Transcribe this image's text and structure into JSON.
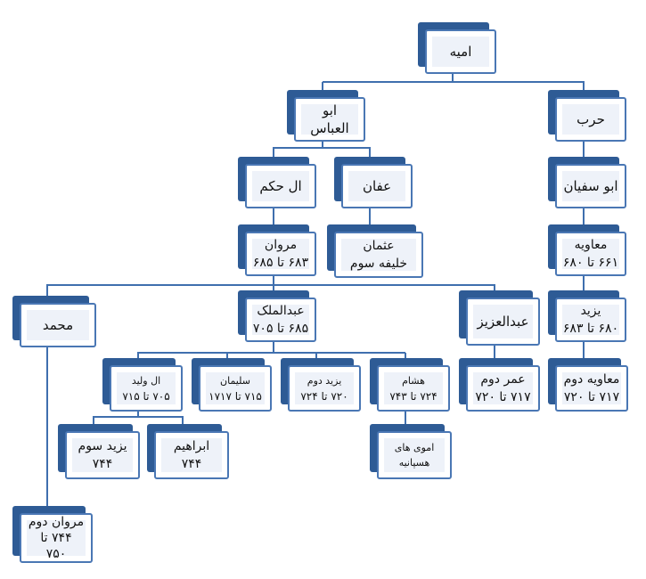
{
  "nodes": {
    "umayya": {
      "line1": "امیه"
    },
    "harb": {
      "line1": "حرب"
    },
    "abulas": {
      "line1": "ابو العباس"
    },
    "abusufyan": {
      "line1": "ابو سفیان"
    },
    "affan": {
      "line1": "عفان"
    },
    "hakam": {
      "line1": "ال حکم"
    },
    "uthman": {
      "line1": "عثمان",
      "line2": "خلیفه سوم"
    },
    "marwan": {
      "line1": "مروان",
      "line2": "۶۸۳ تا ۶۸۵"
    },
    "muawiya": {
      "line1": "معاویه",
      "line2": "۶۶۱ تا ۶۸۰"
    },
    "muhammad": {
      "line1": "محمد"
    },
    "abdulmalik": {
      "line1": "عبدالملک",
      "line2": "۶۸۵ تا ۷۰۵"
    },
    "abdulaziz": {
      "line1": "عبدالعزیز"
    },
    "yazid1": {
      "line1": "یزید",
      "line2": "۶۸۰ تا ۶۸۳"
    },
    "walid": {
      "line1": "ال ولید",
      "line2": "۷۰۵ تا ۷۱۵"
    },
    "sulayman": {
      "line1": "سلیمان",
      "line2": "۷۱۵ تا ۱۷۱۷"
    },
    "yazid2": {
      "line1": "یزید دوم",
      "line2": "۷۲۰ تا ۷۲۴"
    },
    "hisham": {
      "line1": "هشام",
      "line2": "۷۲۴ تا ۷۴۳"
    },
    "umar2": {
      "line1": "عمر دوم",
      "line2": "۷۱۷ تا ۷۲۰"
    },
    "muawiya2": {
      "line1": "معاویه دوم",
      "line2": "۷۱۷ تا ۷۲۰"
    },
    "yazid3": {
      "line1": "یزید سوم",
      "line2": "۷۴۴"
    },
    "ibrahim": {
      "line1": "ابراهیم",
      "line2": "۷۴۴"
    },
    "umawi_spain": {
      "line1": "اموی های",
      "line2": "هسپانیه"
    },
    "marwan2": {
      "line1": "مروان دوم",
      "line2": "۷۴۴ تا",
      "line3": "۷۵۰"
    }
  }
}
